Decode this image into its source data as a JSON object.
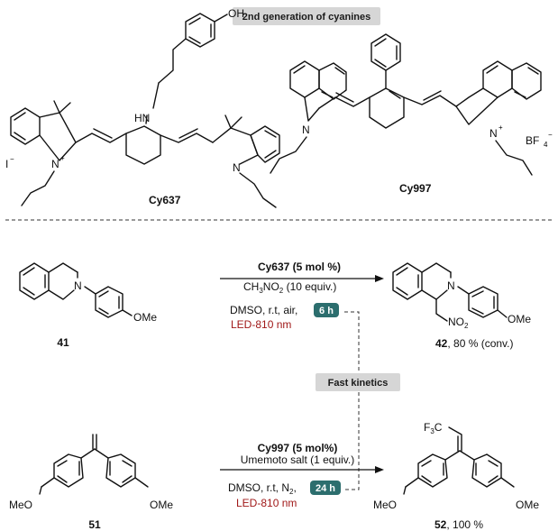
{
  "header_pill": "2nd generation of cyanines",
  "kinetics_pill": "Fast kinetics",
  "colors": {
    "pill_bg": "#d6d6d6",
    "time_pill": "#2c6e6e",
    "red_text": "#a01818",
    "ink": "#111111"
  },
  "dyes": {
    "cy637": {
      "name": "Cy637",
      "counterion": "I",
      "charge": "−",
      "oh": "OH",
      "nh": "HN",
      "n_plus": "N",
      "plus": "+",
      "n": "N"
    },
    "cy997": {
      "name": "Cy997",
      "counterion": "BF",
      "counterion_sub": "4",
      "charge": "−",
      "n": "N",
      "n_plus": "N",
      "plus": "+"
    }
  },
  "reaction1": {
    "reactant_id": "41",
    "catalyst": "Cy637 (5 mol %)",
    "reagent_main": "CH",
    "reagent_sub": "3",
    "reagent_rest": "NO",
    "reagent_sub2": "2",
    "reagent_tail": " (10 equiv.)",
    "conditions": "DMSO, r.t, air,",
    "time": "6 h",
    "light": "LED-810 nm",
    "product_label": "42",
    "product_yield": ", 80 % (conv.)",
    "n": "N",
    "ome": "OMe",
    "no2": "NO",
    "no2_sub": "2"
  },
  "reaction2": {
    "reactant_id": "51",
    "catalyst": "Cy997 (5 mol%)",
    "reagent": "Umemoto salt (1 equiv.)",
    "conditions_a": "DMSO, r.t, N",
    "conditions_sub": "2",
    "conditions_b": ",",
    "time": "24 h",
    "light": "LED-810 nm",
    "product_label": "52",
    "product_yield": ", 100 %",
    "meo": "MeO",
    "ome": "OMe",
    "cf3": "F",
    "cf3_sub": "3",
    "cf3_c": "C"
  }
}
